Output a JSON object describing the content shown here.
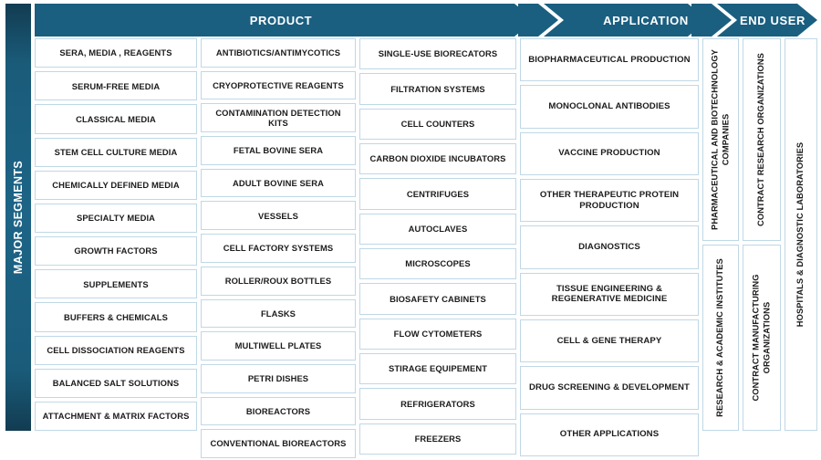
{
  "sidebar": {
    "label": "MAJOR SEGMENTS"
  },
  "theme": {
    "header_blue": "#1a5f80",
    "band_dark": "#123c52",
    "cell_border": "#bfd8e6",
    "text_dark": "#1c1c1c"
  },
  "header": {
    "sections": [
      {
        "label": "PRODUCT"
      },
      {
        "label": "APPLICATION"
      },
      {
        "label": "END USER"
      }
    ]
  },
  "product": {
    "column_1": [
      "SERA, MEDIA , REAGENTS",
      "SERUM-FREE MEDIA",
      "CLASSICAL MEDIA",
      "STEM CELL CULTURE MEDIA",
      "CHEMICALLY DEFINED MEDIA",
      "SPECIALTY MEDIA",
      "GROWTH FACTORS",
      "SUPPLEMENTS",
      "BUFFERS & CHEMICALS",
      "CELL DISSOCIATION REAGENTS",
      "BALANCED SALT SOLUTIONS",
      "ATTACHMENT & MATRIX FACTORS"
    ],
    "column_2": [
      "ANTIBIOTICS/ANTIMYCOTICS",
      "CRYOPROTECTIVE REAGENTS",
      "CONTAMINATION DETECTION KITS",
      "FETAL BOVINE SERA",
      "ADULT BOVINE SERA",
      "VESSELS",
      "CELL FACTORY SYSTEMS",
      "ROLLER/ROUX BOTTLES",
      "FLASKS",
      "MULTIWELL PLATES",
      "PETRI DISHES",
      "BIOREACTORS",
      "CONVENTIONAL BIOREACTORS"
    ],
    "column_3": [
      "SINGLE-USE BIORECATORS",
      "FILTRATION SYSTEMS",
      "CELL COUNTERS",
      "CARBON DIOXIDE INCUBATORS",
      "CENTRIFUGES",
      "AUTOCLAVES",
      "MICROSCOPES",
      "BIOSAFETY CABINETS",
      "FLOW CYTOMETERS",
      "STIRAGE EQUIPEMENT",
      "REFRIGERATORS",
      "FREEZERS"
    ]
  },
  "application": {
    "items": [
      "BIOPHARMACEUTICAL PRODUCTION",
      "MONOCLONAL ANTIBODIES",
      "VACCINE PRODUCTION",
      "OTHER THERAPEUTIC PROTEIN PRODUCTION",
      "DIAGNOSTICS",
      "TISSUE ENGINEERING & REGENERATIVE MEDICINE",
      "CELL & GENE THERAPY",
      "DRUG SCREENING & DEVELOPMENT",
      "OTHER APPLICATIONS"
    ]
  },
  "end_user": {
    "column_a": [
      "PHARMACEUTICAL AND BIOTECHNOLOGY COMPANIES",
      "RESEARCH & ACADEMIC INSTITUTES"
    ],
    "column_b": [
      "CONTRACT RESEARCH ORGANIZATIONS",
      "CONTRACT MANUFACTURING ORGANIZATIONS"
    ],
    "column_c": [
      "HOSPITALS & DIAGNOSTIC LABORATORIES"
    ]
  }
}
